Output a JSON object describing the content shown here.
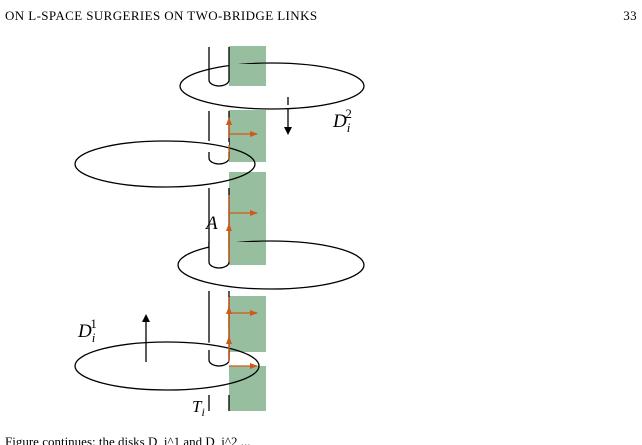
{
  "page": {
    "running_head": "ON L-SPACE SURGERIES ON TWO-BRIDGE LINKS",
    "page_number": "33"
  },
  "figure": {
    "labels": {
      "disk_top": {
        "base": "D",
        "sub": "i",
        "sup": "2"
      },
      "disk_bottom": {
        "base": "D",
        "sub": "i",
        "sup": "1"
      },
      "annulus": "A",
      "torus": {
        "base": "T",
        "sub": "i"
      }
    },
    "colors": {
      "band": "#97bf9f",
      "arrows": "#d05a1a",
      "stroke": "#000000",
      "background": "#ffffff"
    }
  },
  "caption_fragment": "Figure continues: the disks D_i^1 and D_i^2 ..."
}
